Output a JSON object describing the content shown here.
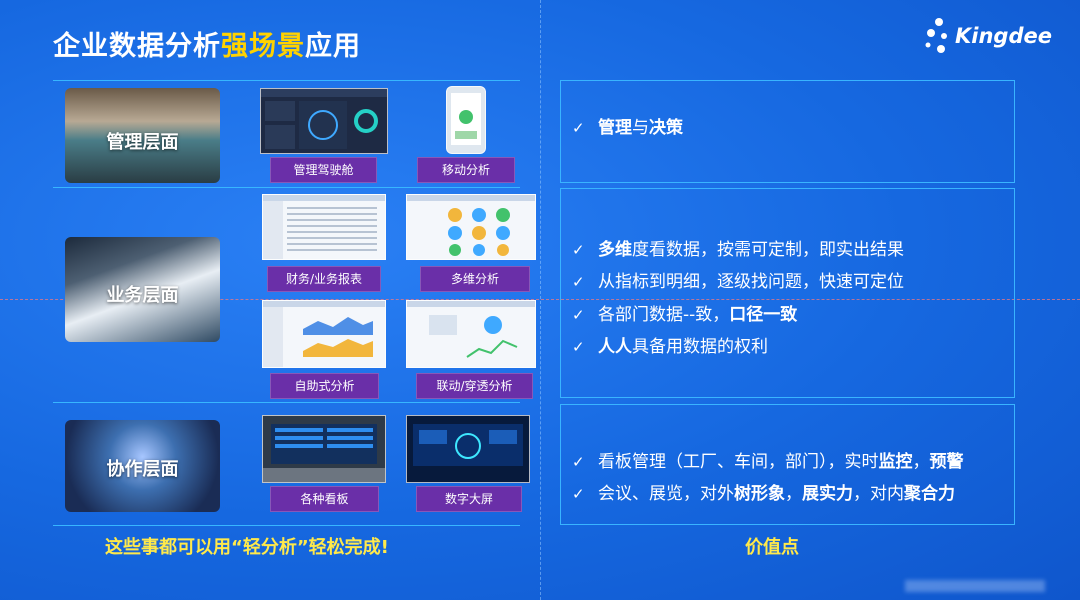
{
  "title": {
    "part1": "企业数据分析",
    "highlight": "强场景",
    "part2": "应用"
  },
  "brand": {
    "name": "Kingdee"
  },
  "categories": [
    {
      "label": "管理层面"
    },
    {
      "label": "业务层面"
    },
    {
      "label": "协作层面"
    }
  ],
  "tags": {
    "cockpit": "管理驾驶舱",
    "mobile": "移动分析",
    "reports": "财务/业务报表",
    "multidim": "多维分析",
    "selfservice": "自助式分析",
    "drill": "联动/穿透分析",
    "boards": "各种看板",
    "bigscreen": "数字大屏"
  },
  "values": {
    "box1": [
      {
        "check": "✓",
        "b1": "管理",
        "t1": "与",
        "b2": "决策",
        "t2": ""
      }
    ],
    "box2": [
      {
        "check": "✓",
        "b1": "多维",
        "t1": "度看数据，按需可定制，即实出结果",
        "b2": "",
        "t2": ""
      },
      {
        "check": "✓",
        "b1": "",
        "t1": "从指标到明细，逐级找问题，快速可定位",
        "b2": "",
        "t2": ""
      },
      {
        "check": "✓",
        "b1": "",
        "t1": "各部门数据--致，",
        "b2": "口径一致",
        "t2": ""
      },
      {
        "check": "✓",
        "b1": "人人",
        "t1": "具备用数据的权利",
        "b2": "",
        "t2": ""
      }
    ],
    "box3": [
      {
        "check": "✓",
        "t0": "看板管理（工厂、车间，部门），实时",
        "b1": "监控",
        "t1": "，",
        "b2": "预警"
      },
      {
        "check": "✓",
        "t0": "会议、展览，对外",
        "b1": "树形象",
        "t1": "，",
        "b2": "展实力",
        "t2": "，对内",
        "b3": "聚合力"
      }
    ]
  },
  "footer": {
    "left": "这些事都可以用“轻分析”轻松完成!",
    "right": "价值点"
  },
  "colors": {
    "background": "#1668e0",
    "accent": "#ffd200",
    "tag": "#6a2fa8",
    "frame": "#39b4ff"
  }
}
